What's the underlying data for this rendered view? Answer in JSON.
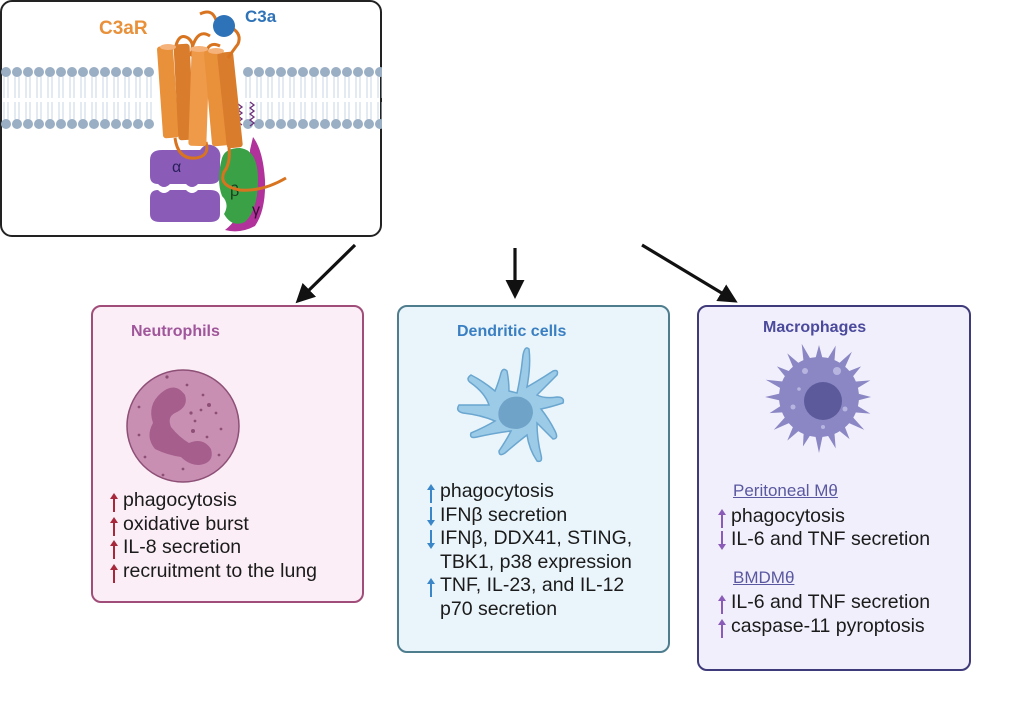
{
  "receptor_panel": {
    "receptor_label": "C3aR",
    "ligand_label": "C3a",
    "g_protein_subunits": [
      "α",
      "β",
      "γ"
    ],
    "colors": {
      "receptor": "#e8903a",
      "ligand": "#2e72b8",
      "alpha": "#8a5cb8",
      "beta": "#3aa147",
      "gamma": "#b0329a",
      "membrane": "#9aaec4"
    }
  },
  "arrows": [
    {
      "from": "receptor_panel",
      "to": "neutrophils"
    },
    {
      "from": "receptor_panel",
      "to": "dendritic_cells"
    },
    {
      "from": "receptor_panel",
      "to": "macrophages"
    }
  ],
  "neutrophils": {
    "title": "Neutrophils",
    "title_color": "#a0569a",
    "arrow_color": "#a6283a",
    "effects": [
      {
        "direction": "up",
        "text": "phagocytosis"
      },
      {
        "direction": "up",
        "text": "oxidative burst"
      },
      {
        "direction": "up",
        "text": "IL-8 secretion"
      },
      {
        "direction": "up",
        "text": "recruitment to the lung"
      }
    ]
  },
  "dendritic_cells": {
    "title": "Dendritic cells",
    "title_color": "#3a7fc2",
    "arrow_color": "#3a86c8",
    "effects": [
      {
        "direction": "up",
        "text": "phagocytosis",
        "cont": ""
      },
      {
        "direction": "down",
        "text": "IFNβ secretion",
        "cont": ""
      },
      {
        "direction": "down",
        "text": "IFNβ, DDX41, STING,",
        "cont": "TBK1, p38 expression"
      },
      {
        "direction": "up",
        "text": "TNF, IL-23, and IL-12",
        "cont": "p70 secretion"
      }
    ]
  },
  "macrophages": {
    "title": "Macrophages",
    "title_color": "#4b4a9c",
    "arrow_color": "#8a5cb8",
    "groups": [
      {
        "subtitle": "Peritoneal Mθ",
        "effects": [
          {
            "direction": "up",
            "text": "phagocytosis"
          },
          {
            "direction": "down",
            "text": "IL-6 and TNF secretion"
          }
        ]
      },
      {
        "subtitle": "BMDMθ",
        "effects": [
          {
            "direction": "up",
            "text": "IL-6 and TNF secretion"
          },
          {
            "direction": "up",
            "text": "caspase-11 pyroptosis"
          }
        ]
      }
    ]
  }
}
